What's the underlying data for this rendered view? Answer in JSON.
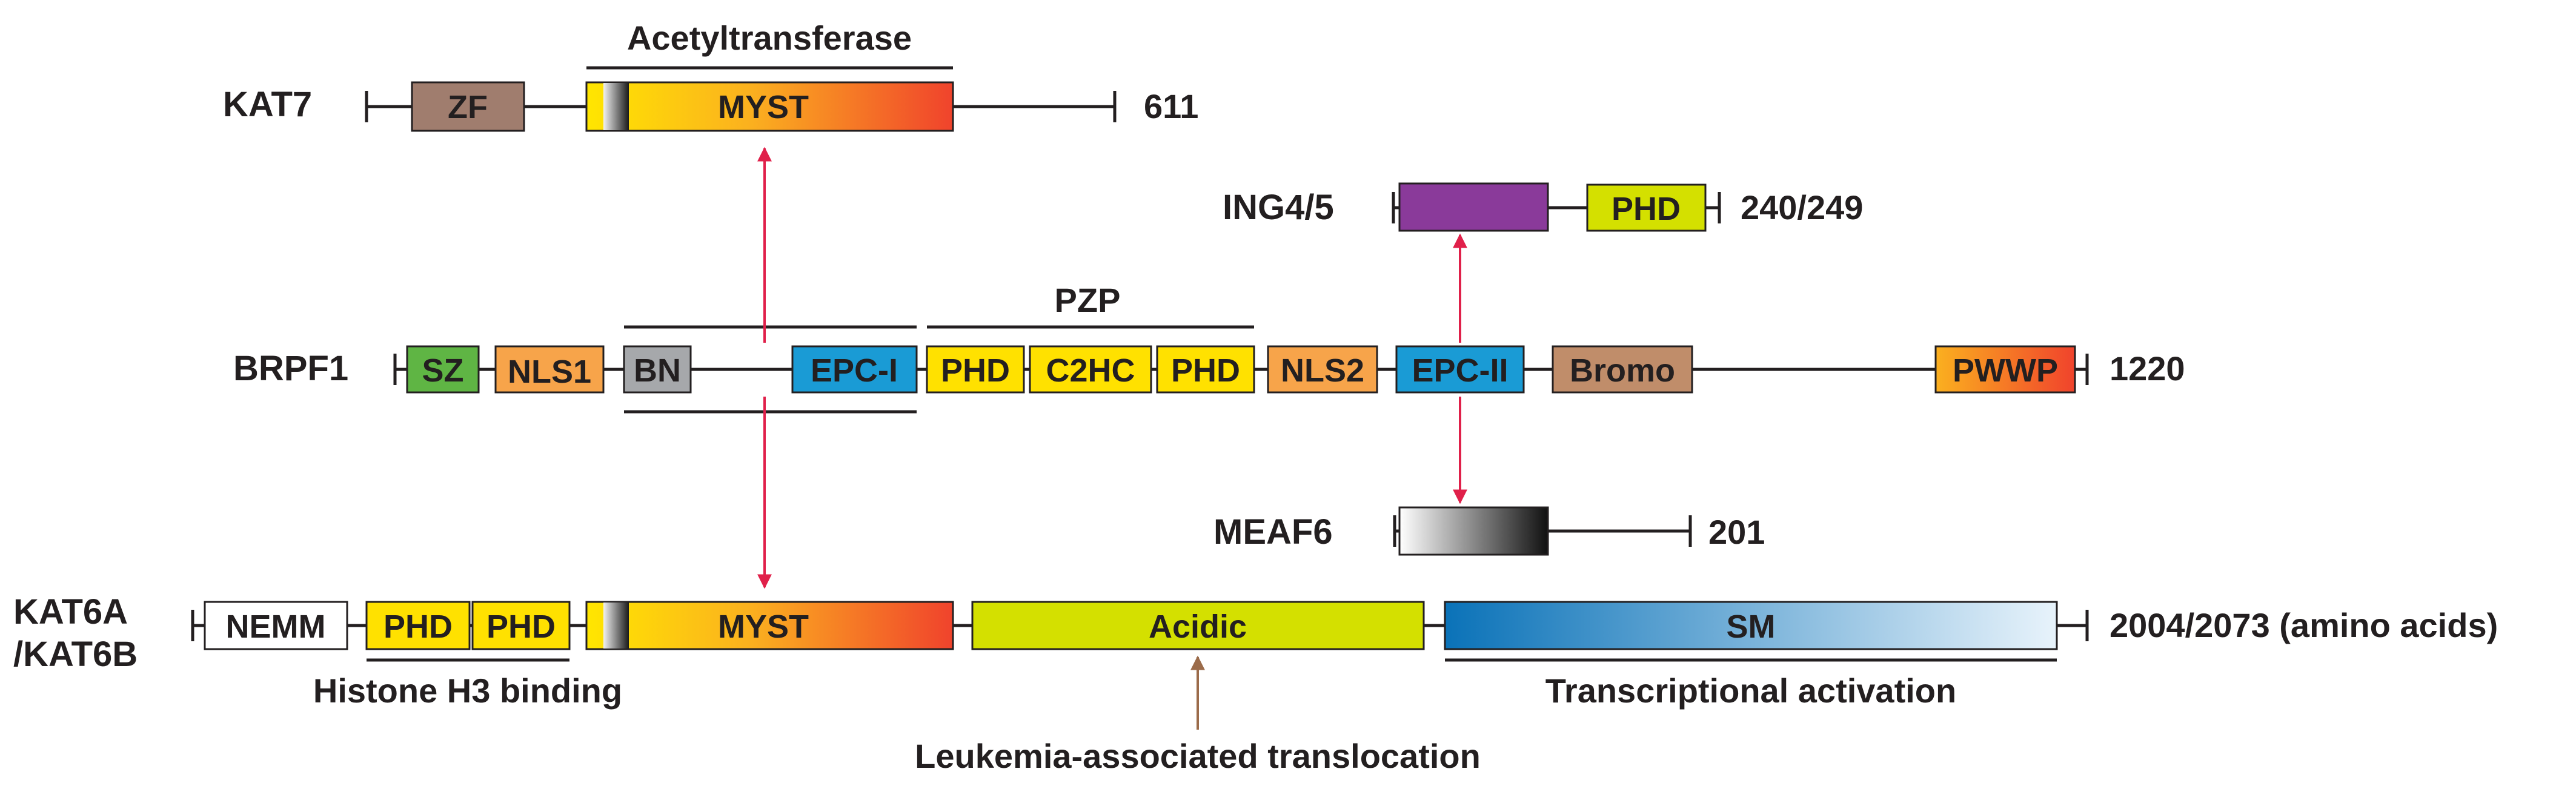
{
  "proteins": {
    "kat7": {
      "name": "KAT7",
      "length": "611"
    },
    "ing": {
      "name": "ING4/5",
      "length": "240/249"
    },
    "brpf1": {
      "name": "BRPF1",
      "length": "1220"
    },
    "meaf6": {
      "name": "MEAF6",
      "length": "201"
    },
    "kat6": {
      "name_line1": "KAT6A",
      "name_line2": "/KAT6B",
      "length": "2004/2073 (amino acids)"
    }
  },
  "domains": {
    "zf": "ZF",
    "myst": "MYST",
    "phd": "PHD",
    "sz": "SZ",
    "nls1": "NLS1",
    "bn": "BN",
    "epc1": "EPC-I",
    "c2hc": "C2HC",
    "nls2": "NLS2",
    "epc2": "EPC-II",
    "bromo": "Bromo",
    "pwwp": "PWWP",
    "nemm": "NEMM",
    "acidic": "Acidic",
    "sm": "SM"
  },
  "annotations": {
    "acetyltransferase": "Acetyltransferase",
    "pzp": "PZP",
    "histone_h3_binding": "Histone H3 binding",
    "transcriptional_activation": "Transcriptional activation",
    "leukemia": "Leukemia-associated translocation"
  },
  "colors": {
    "zf": "#a07d6e",
    "ing_box": "#8a3a9a",
    "phd": "#ffe100",
    "ing_phd": "#d4e000",
    "sz": "#5fb544",
    "nls": "#f7a44a",
    "bn": "#a6a8ab",
    "epc": "#1a9bd5",
    "bromo": "#c08d6a",
    "acidic": "#d4e000",
    "arrow_red": "#e0204a",
    "arrow_brown": "#9b6b4a"
  }
}
